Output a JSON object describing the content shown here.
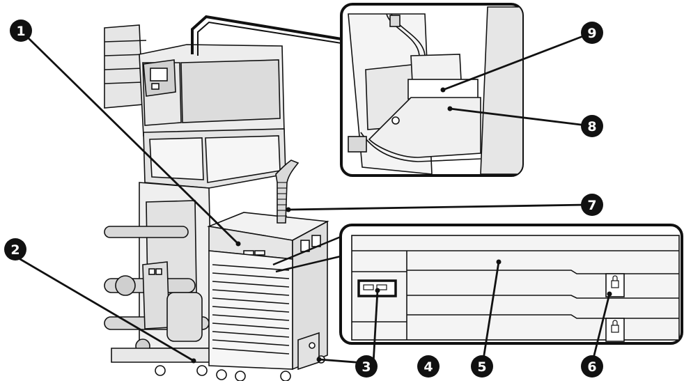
{
  "figure": {
    "callouts": [
      {
        "id": "1",
        "label": "1"
      },
      {
        "id": "2",
        "label": "2"
      },
      {
        "id": "3",
        "label": "3"
      },
      {
        "id": "4",
        "label": "4"
      },
      {
        "id": "5",
        "label": "5"
      },
      {
        "id": "6",
        "label": "6"
      },
      {
        "id": "7",
        "label": "7"
      },
      {
        "id": "8",
        "label": "8"
      },
      {
        "id": "9",
        "label": "9"
      }
    ],
    "colors": {
      "line": "#111111",
      "fill_light": "#f2f2f2",
      "fill_mid": "#d9d9d9",
      "fill_dark": "#bdbdbd",
      "callout_bg": "#111111",
      "callout_fg": "#ffffff"
    },
    "icons": [
      "lock-icon",
      "twin-slot-icon"
    ]
  }
}
